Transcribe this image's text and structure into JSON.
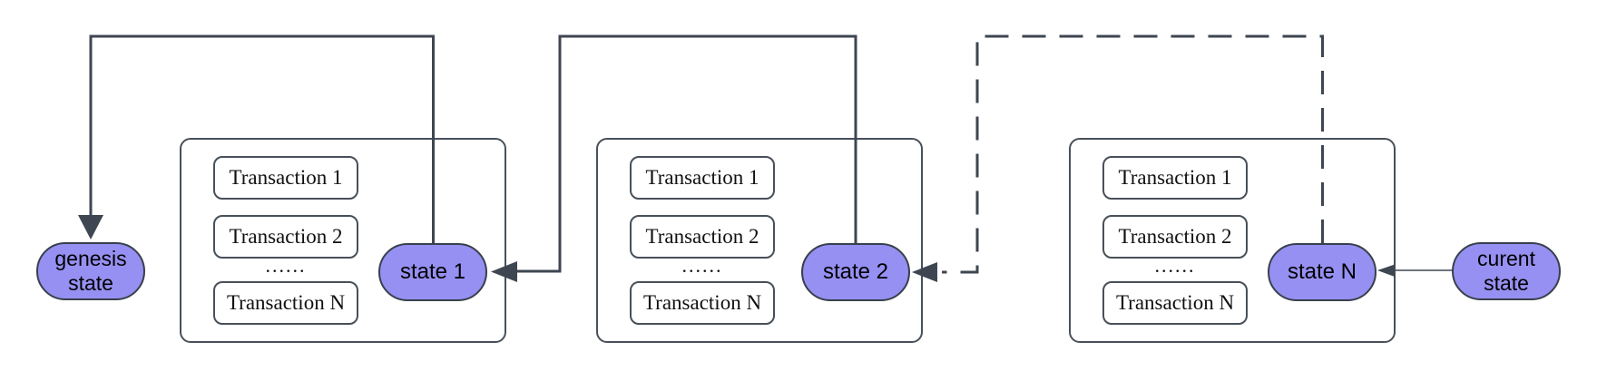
{
  "colors": {
    "pill_fill": "#9690F2",
    "pill_border": "#38404C",
    "box_border": "#485059",
    "arrow": "#3E4651"
  },
  "pills": {
    "genesis": "genesis\nstate",
    "state_1": "state 1",
    "state_2": "state 2",
    "state_n": "state N",
    "current": "curent\nstate"
  },
  "blocks": [
    {
      "transactions": [
        "Transaction 1",
        "Transaction 2",
        "Transaction N"
      ],
      "ellipsis": "......"
    },
    {
      "transactions": [
        "Transaction 1",
        "Transaction 2",
        "Transaction N"
      ],
      "ellipsis": "......"
    },
    {
      "transactions": [
        "Transaction 1",
        "Transaction 2",
        "Transaction N"
      ],
      "ellipsis": "......"
    }
  ]
}
